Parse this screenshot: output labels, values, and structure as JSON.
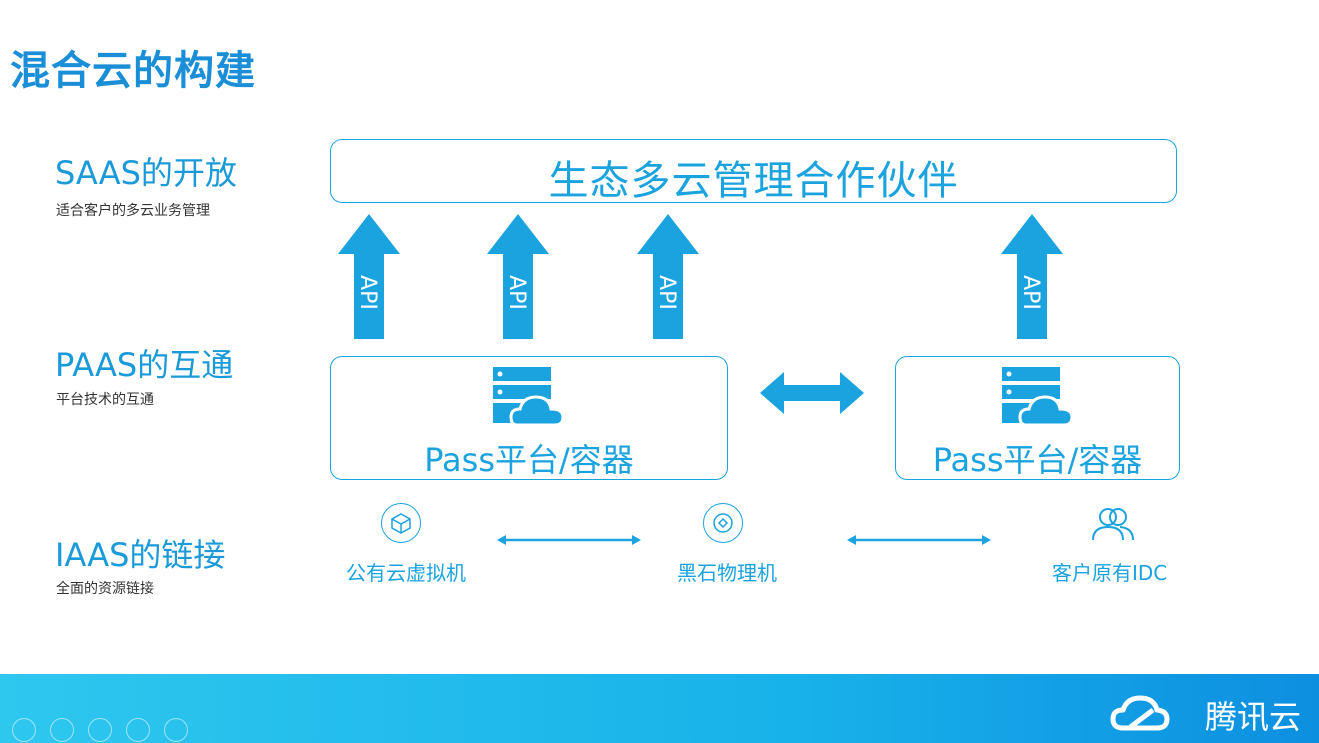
{
  "title": "混合云的构建",
  "layers": {
    "saas": {
      "title": "SAAS的开放",
      "subtitle": "适合客户的多云业务管理"
    },
    "paas": {
      "title": "PAAS的互通",
      "subtitle": "平台技术的互通"
    },
    "iaas": {
      "title": "IAAS的链接",
      "subtitle": "全面的资源链接"
    }
  },
  "partner_box": {
    "label": "生态多云管理合作伙伴"
  },
  "api_arrows": [
    "API",
    "API",
    "API",
    "API"
  ],
  "paas_boxes": [
    {
      "label": "Pass平台/容器"
    },
    {
      "label": "Pass平台/容器"
    }
  ],
  "iaas_nodes": [
    {
      "label": "公有云虚拟机",
      "icon": "cube-icon"
    },
    {
      "label": "黑石物理机",
      "icon": "server-icon"
    },
    {
      "label": "客户原有IDC",
      "icon": "users-icon"
    }
  ],
  "footer": {
    "brand": "腾讯云"
  },
  "colors": {
    "accent": "#1aa3df",
    "title": "#1a8fd8",
    "footer_start": "#2ec7ee",
    "footer_end": "#0d8fe0"
  }
}
